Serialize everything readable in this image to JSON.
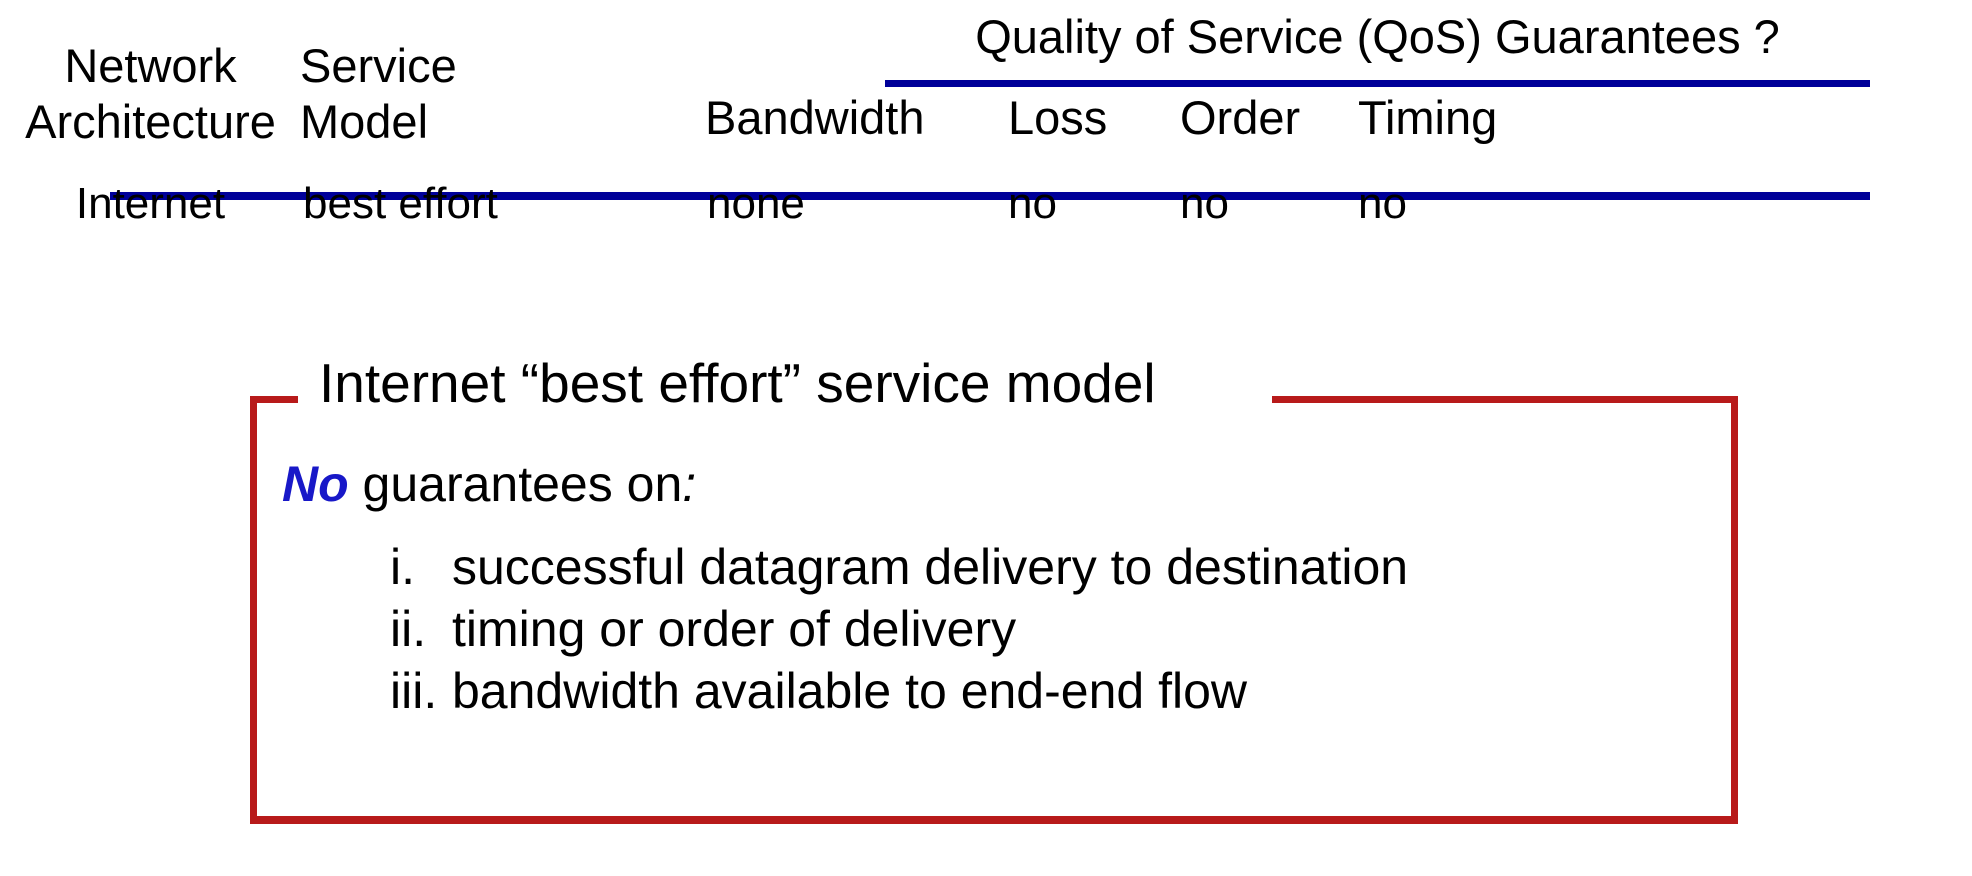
{
  "table": {
    "group_header": "Quality of Service (QoS) Guarantees ?",
    "col_network_architecture_line1": "Network",
    "col_network_architecture_line2": "Architecture",
    "col_service_model_line1": "Service",
    "col_service_model_line2": "Model",
    "sub_headers": {
      "bandwidth": "Bandwidth",
      "loss": "Loss",
      "order": "Order",
      "timing": "Timing"
    },
    "rows": [
      {
        "architecture": "Internet",
        "service_model": "best effort",
        "bandwidth": "none",
        "loss": "no",
        "order": "no",
        "timing": "no"
      }
    ],
    "rule_color": "#000099"
  },
  "callout": {
    "title": "Internet  “best effort” service model",
    "lead_emphasis": "No",
    "lead_rest": " guarantees on",
    "lead_colon": ":",
    "items": [
      {
        "marker": "i.",
        "text": "successful datagram delivery to destination"
      },
      {
        "marker": "ii.",
        "text": "timing or order of delivery"
      },
      {
        "marker": "iii.",
        "text": "bandwidth available to end-end flow"
      }
    ],
    "border_color": "#B81A1A",
    "emphasis_color": "#1818C8"
  }
}
